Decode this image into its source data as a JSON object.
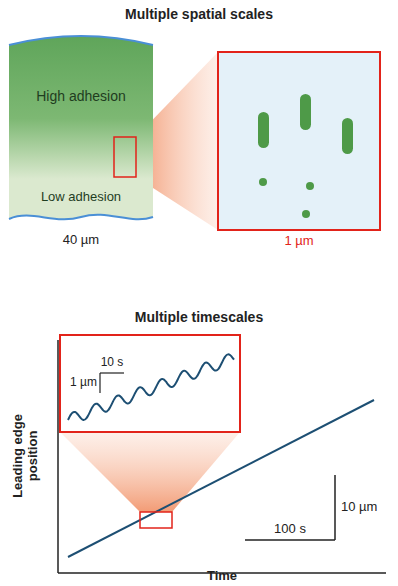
{
  "diagram": {
    "nodes": [
      {
        "text": [
          "High adhesion",
          "Low adhesion"
        ]
      }
    ],
    "labels": [
      "Multiple spatial scales",
      "40 µm",
      "1 µm",
      "Multiple timescales",
      "1 µm",
      "10 s",
      "10 µm",
      "100 s",
      "Leading edge position",
      "Time"
    ]
  }
}
